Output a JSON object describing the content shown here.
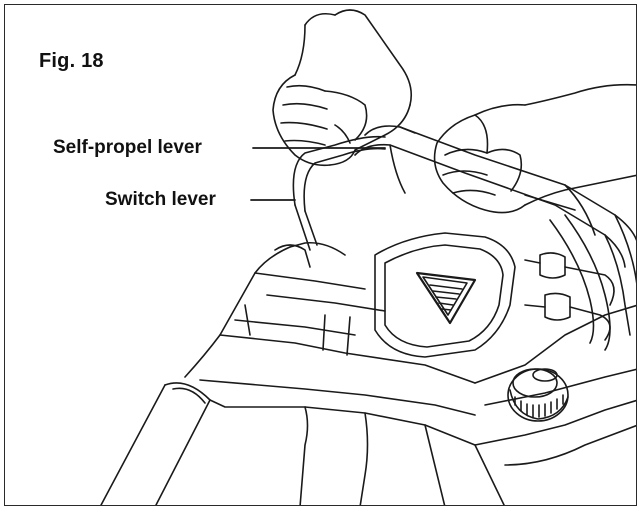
{
  "figure": {
    "label": "Fig. 18"
  },
  "callouts": {
    "self_propel_lever": "Self-propel lever",
    "switch_lever": "Switch lever"
  },
  "colors": {
    "line": "#1a1a1a",
    "background": "#ffffff",
    "frame": "#2a2a2a"
  }
}
